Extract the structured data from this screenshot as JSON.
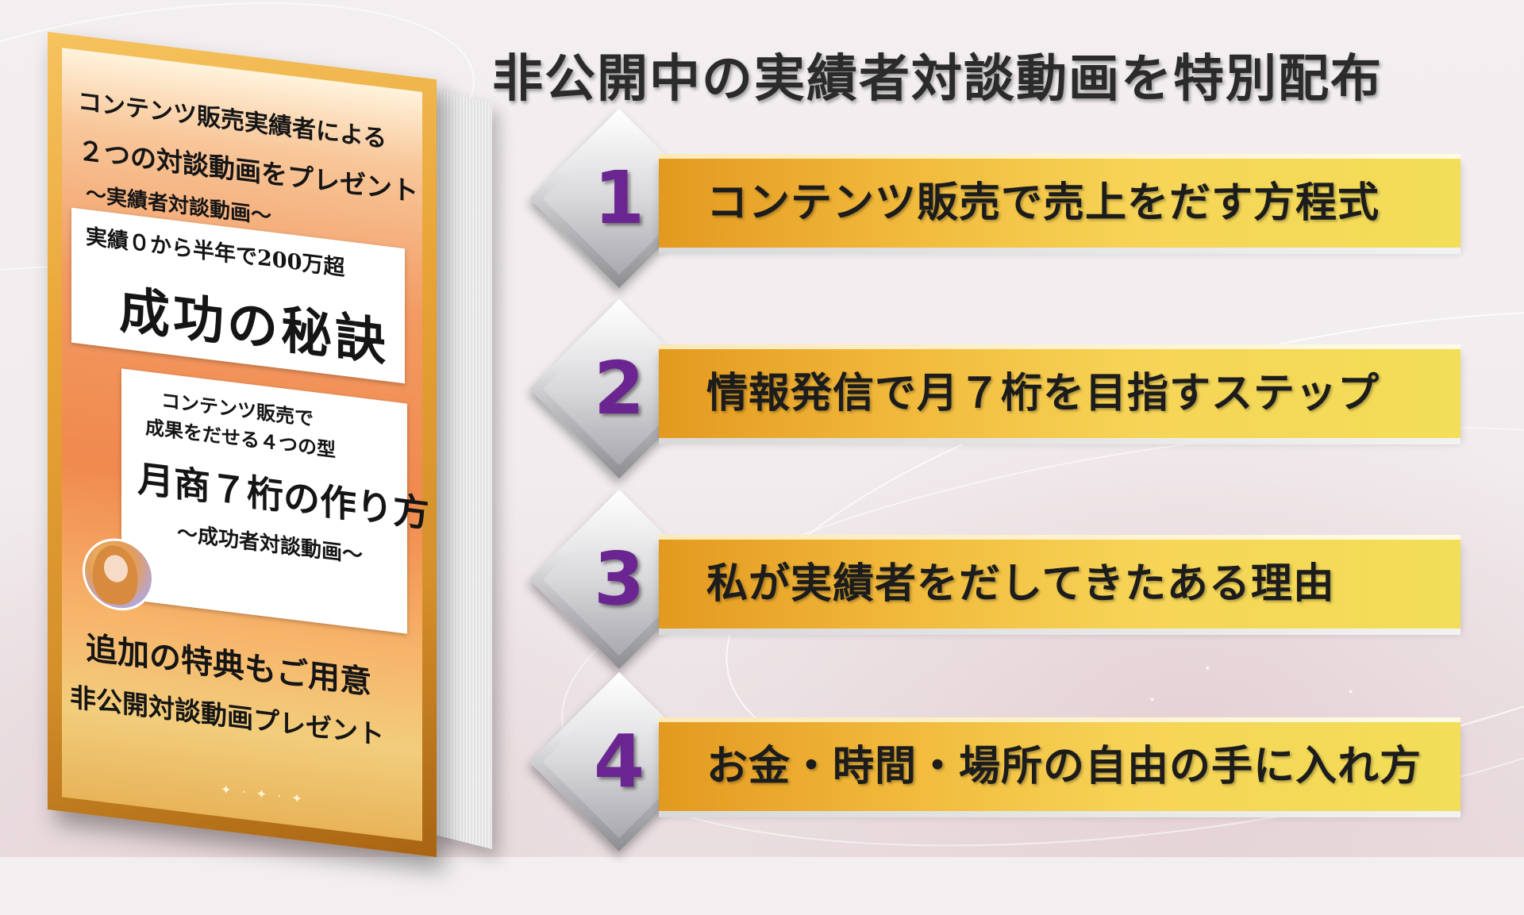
{
  "headline": "非公開中の実績者対談動画を特別配布",
  "book": {
    "line1": "コンテンツ販売実績者による",
    "line2": "２つの対談動画をプレゼント",
    "line3": "〜実績者対談動画〜",
    "box1_line1": "実績０から半年で200万超",
    "box1_line2": "成功の秘訣",
    "box2_line1": "コンテンツ販売で",
    "box2_line2": "成果をだせる４つの型",
    "box2_line3": "月商７桁の作り方",
    "box2_line4": "〜成功者対談動画〜",
    "footer_line1": "追加の特典もご用意",
    "footer_line2": "非公開対談動画プレゼント"
  },
  "items": [
    {
      "number": "1",
      "text": "コンテンツ販売で売上をだす方程式"
    },
    {
      "number": "2",
      "text": "情報発信で月７桁を目指すステップ"
    },
    {
      "number": "3",
      "text": "私が実績者をだしてきたある理由"
    },
    {
      "number": "4",
      "text": "お金・時間・場所の自由の手に入れ方"
    }
  ],
  "colors": {
    "number": "#6b2591",
    "bar_gradient_start": "#e3991f",
    "bar_gradient_end": "#f2de58",
    "book_cover": "#e8a436"
  }
}
